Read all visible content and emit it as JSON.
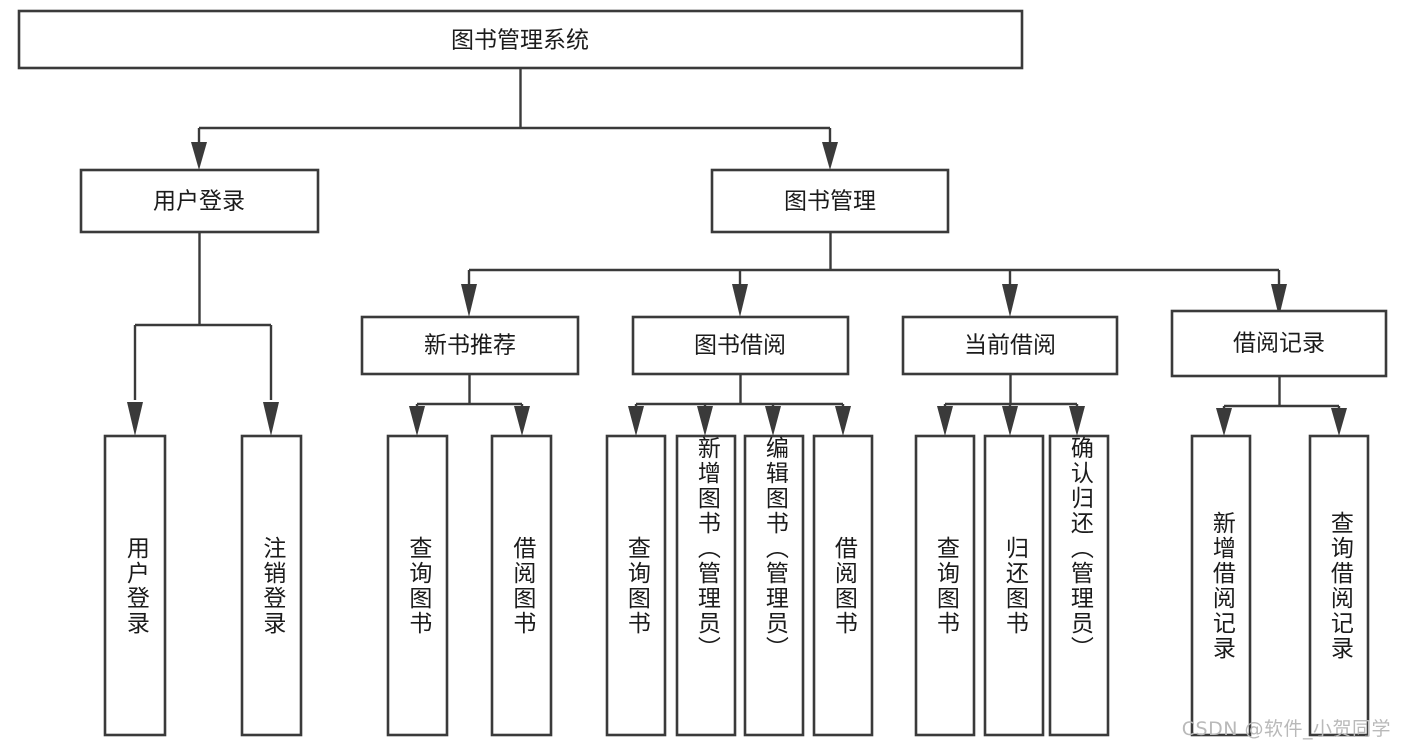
{
  "diagram": {
    "type": "tree-hierarchy",
    "orientation": "top-down",
    "title_node": "图书管理系统",
    "watermark": "CSDN @软件_小贺同学",
    "colors": {
      "background": "#ffffff",
      "box_stroke": "#3a3a3a",
      "box_fill": "#ffffff",
      "connector": "#3a3a3a",
      "text": "#1b1b1b",
      "watermark": "#b9b9b9"
    },
    "levels": {
      "root": {
        "label": "图书管理系统"
      },
      "level2": [
        {
          "label": "用户登录"
        },
        {
          "label": "图书管理"
        }
      ],
      "level3": [
        {
          "label": "新书推荐"
        },
        {
          "label": "图书借阅"
        },
        {
          "label": "当前借阅"
        },
        {
          "label": "借阅记录"
        }
      ],
      "leaves": {
        "user_login": [
          {
            "label": "用户登录"
          },
          {
            "label": "注销登录"
          }
        ],
        "new_book_recommend": [
          {
            "label": "查询图书"
          },
          {
            "label": "借阅图书"
          }
        ],
        "book_borrow": [
          {
            "label": "查询图书"
          },
          {
            "label": "新增图书（管理员）"
          },
          {
            "label": "编辑图书（管理员）"
          },
          {
            "label": "借阅图书"
          }
        ],
        "current_borrow": [
          {
            "label": "查询图书"
          },
          {
            "label": "归还图书"
          },
          {
            "label": "确认归还（管理员）"
          }
        ],
        "borrow_record": [
          {
            "label": "新增借阅记录"
          },
          {
            "label": "查询借阅记录"
          }
        ]
      }
    }
  }
}
